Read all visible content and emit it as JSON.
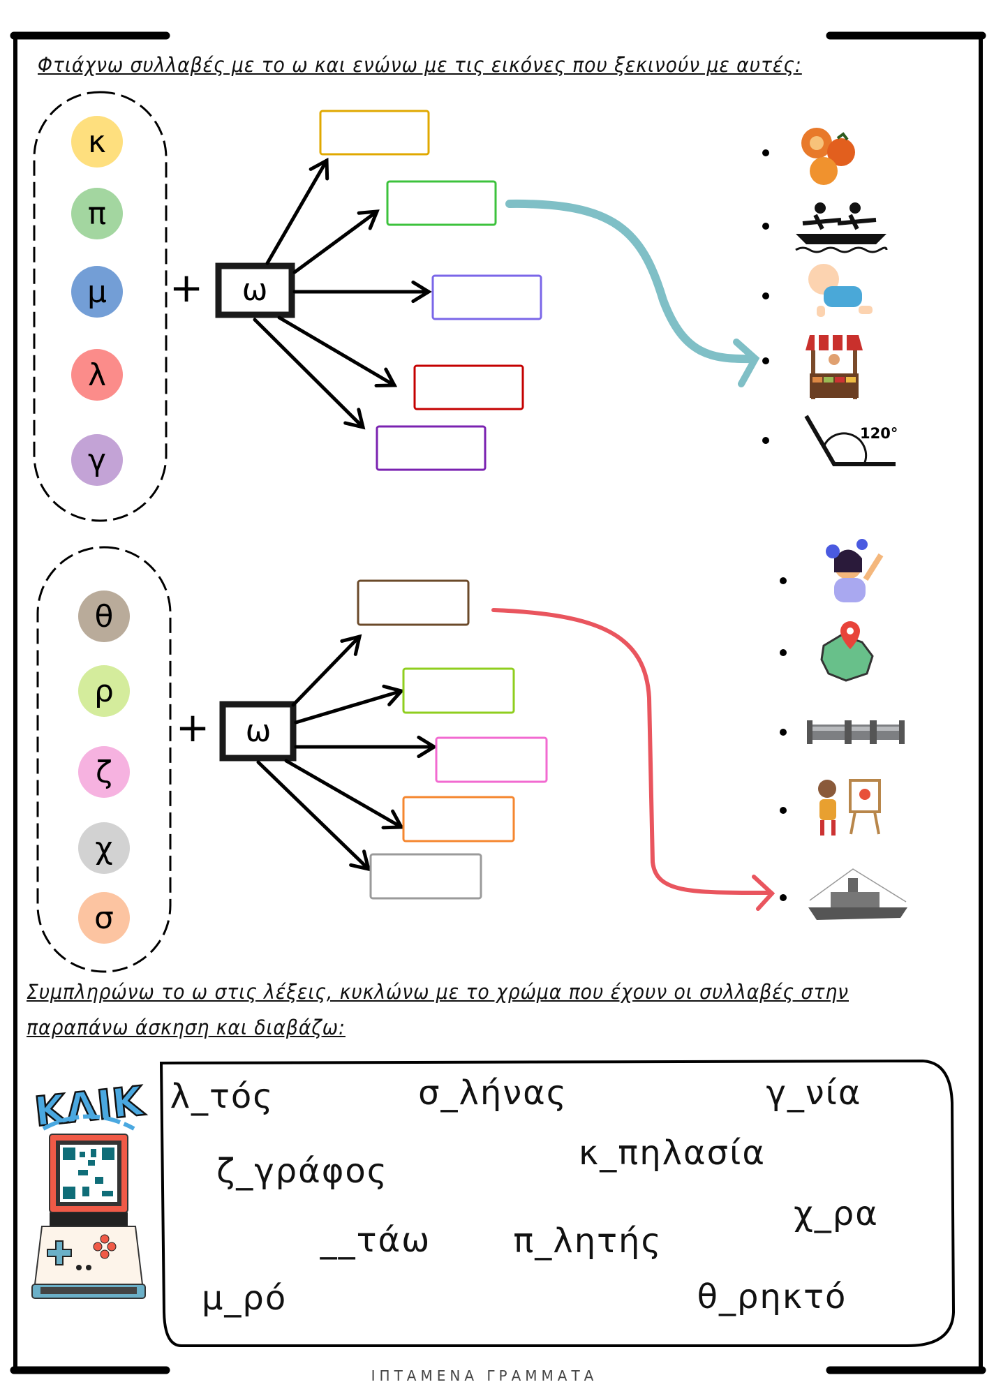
{
  "instructions": {
    "first": "Φτιάχνω συλλαβές με το ω και ενώνω με τις εικόνες που ξεκινούν με αυτές:",
    "second_line1": "Συμπληρώνω το ω στις λέξεις, κυκλώνω με το χρώμα που έχουν οι συλλαβές στην",
    "second_line2": "παραπάνω άσκηση και διαβάζω:"
  },
  "section1": {
    "letters": [
      {
        "char": "κ",
        "color": "#fedf7e"
      },
      {
        "char": "π",
        "color": "#a3d6a0"
      },
      {
        "char": "μ",
        "color": "#739ed6"
      },
      {
        "char": "λ",
        "color": "#fb8c8a"
      },
      {
        "char": "γ",
        "color": "#c3a3d6"
      }
    ],
    "plus": "+",
    "vowel": "ω",
    "box_colors": [
      "#e0a800",
      "#3cc23c",
      "#7a66e8",
      "#c40000",
      "#7a22b0"
    ],
    "connector_color": "#7fbfc6",
    "pictures": [
      "persimmons-image",
      "rowing-image",
      "crawling-baby-image",
      "market-stall-image",
      "angle-image"
    ],
    "angle_label": "120°"
  },
  "section2": {
    "letters": [
      {
        "char": "θ",
        "color": "#b9ab9a"
      },
      {
        "char": "ρ",
        "color": "#d4ec9c"
      },
      {
        "char": "ζ",
        "color": "#f6b2e0"
      },
      {
        "char": "χ",
        "color": "#d2d2d2"
      },
      {
        "char": "σ",
        "color": "#fcc4a1"
      }
    ],
    "plus": "+",
    "vowel": "ω",
    "box_colors": [
      "#6b4a2a",
      "#8fce1e",
      "#f26ad0",
      "#f5862e",
      "#9a9a9a"
    ],
    "connector_color": "#e9555e",
    "pictures": [
      "confused-girl-image",
      "map-pin-image",
      "pipe-image",
      "painter-image",
      "battleship-image"
    ]
  },
  "words": [
    "λ_τός",
    "σ_λήνας",
    "γ_νία",
    "ζ_γράφος",
    "κ_πηλασία",
    "χ_ρα",
    "__τάω",
    "π_λητής",
    "μ_ρό",
    "θ_ρηκτό"
  ],
  "logo": {
    "text": "ΚΛΙΚ"
  },
  "footer": "ΙΠΤΑΜΕΝΑ ΓΡΑΜΜΑΤΑ"
}
